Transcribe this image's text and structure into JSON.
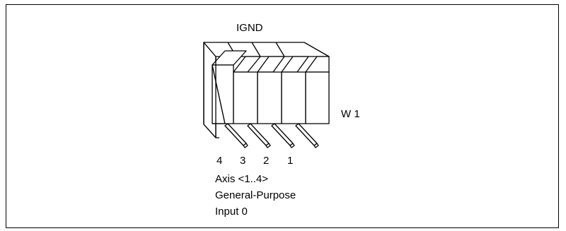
{
  "diagram": {
    "top_label": "IGND",
    "jumper_label": "W 1",
    "pin_numbers": [
      "4",
      "3",
      "2",
      "1"
    ],
    "caption_lines": [
      "Axis <1..4>",
      "General-Purpose",
      "Input 0"
    ]
  }
}
